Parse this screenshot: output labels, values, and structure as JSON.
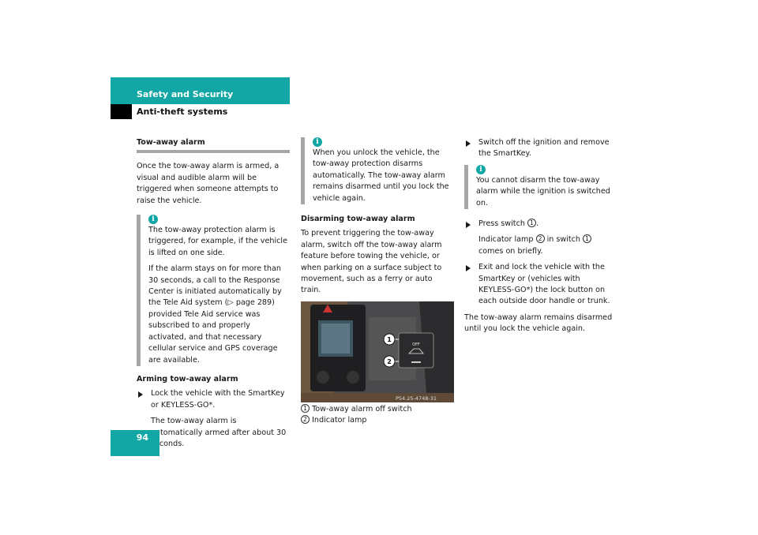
{
  "header": {
    "section": "Safety and Security",
    "subsection": "Anti-theft systems"
  },
  "page_number": "94",
  "col1": {
    "heading": "Tow-away alarm",
    "intro": "Once the tow-away alarm is armed, a visual and audible alarm will be triggered when someone attempts to raise the vehicle.",
    "info_p1": "The tow-away protection alarm is triggered, for example, if the vehicle is lifted on one side.",
    "info_p2": "If the alarm stays on for more than 30 seconds, a call to the Response Center is initiated automatically by the Tele Aid system (▷ page 289) provided Tele Aid service was subscribed to and properly activated, and that necessary cellular service and GPS coverage are available.",
    "arming_heading": "Arming tow-away alarm",
    "arming_step": "Lock the vehicle with the SmartKey or KEYLESS-GO*.",
    "arming_note": "The tow-away alarm is automatically armed after about 30 seconds."
  },
  "col2": {
    "info_text": "When you unlock the vehicle, the tow-away protection disarms automatically. The tow-away alarm remains disarmed until you lock the vehicle again.",
    "disarming_heading": "Disarming tow-away alarm",
    "disarming_text": "To prevent triggering the tow-away alarm, switch off the tow-away alarm feature before towing the vehicle, or when parking on a surface subject to movement, such as a ferry or auto train.",
    "figure_code": "P54.25-4748-31",
    "switch_label": "OFF",
    "callout_1": "1",
    "callout_2": "2",
    "legend_1": "Tow-away alarm off switch",
    "legend_2": "Indicator lamp"
  },
  "col3": {
    "step1": "Switch off the ignition and remove the SmartKey.",
    "info_text": "You cannot disarm the tow-away alarm while the ignition is switched on.",
    "step2_a": "Press switch",
    "step2_b": ".",
    "step2_note_a": "Indicator lamp",
    "step2_note_b": "in switch",
    "step2_note_c": "comes on briefly.",
    "step3": "Exit and lock the vehicle with the SmartKey or (vehicles with KEYLESS-GO*) the lock button on each outside door handle or trunk.",
    "closing": "The tow-away alarm remains disarmed until you lock the vehicle again."
  },
  "colors": {
    "accent": "#12a7a4",
    "rule": "#a7a7a7"
  }
}
